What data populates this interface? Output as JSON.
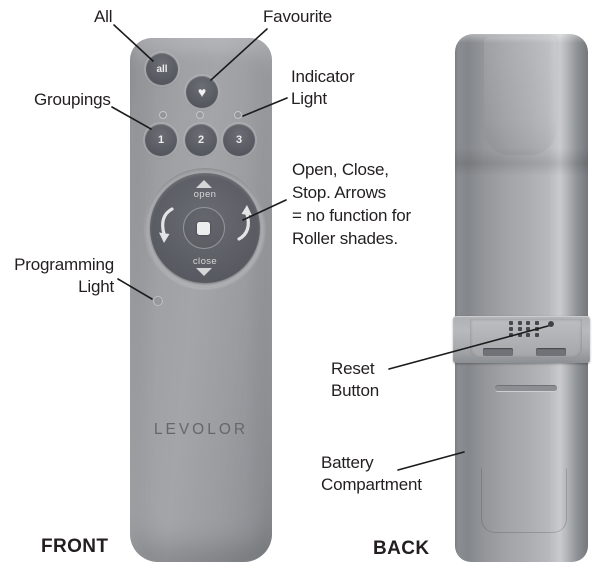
{
  "front": {
    "label": "FRONT",
    "brand": "LEVOLOR",
    "all_button": "all",
    "favourite_glyph": "♥",
    "group_buttons": [
      "1",
      "2",
      "3"
    ],
    "pad": {
      "open": "open",
      "close": "close"
    }
  },
  "back": {
    "label": "BACK"
  },
  "callouts": {
    "all": "All",
    "favourite": "Favourite",
    "indicator_light": [
      "Indicator",
      "Light"
    ],
    "groupings": "Groupings",
    "open_close_stop": [
      "Open, Close,",
      "Stop. Arrows",
      "= no function for",
      "Roller shades."
    ],
    "programming_light": [
      "Programming",
      "Light"
    ],
    "reset_button": [
      "Reset",
      "Button"
    ],
    "battery_compartment": [
      "Battery",
      "Compartment"
    ]
  },
  "colors": {
    "body_gray": "#9b9da1",
    "button_dark": "#55585e",
    "pad_dark": "#5a5d63",
    "band_light": "#b7b9bc",
    "highlight": "#c9cbce",
    "text_black": "#231f20",
    "pad_glyph_light": "#d5d6d8"
  }
}
